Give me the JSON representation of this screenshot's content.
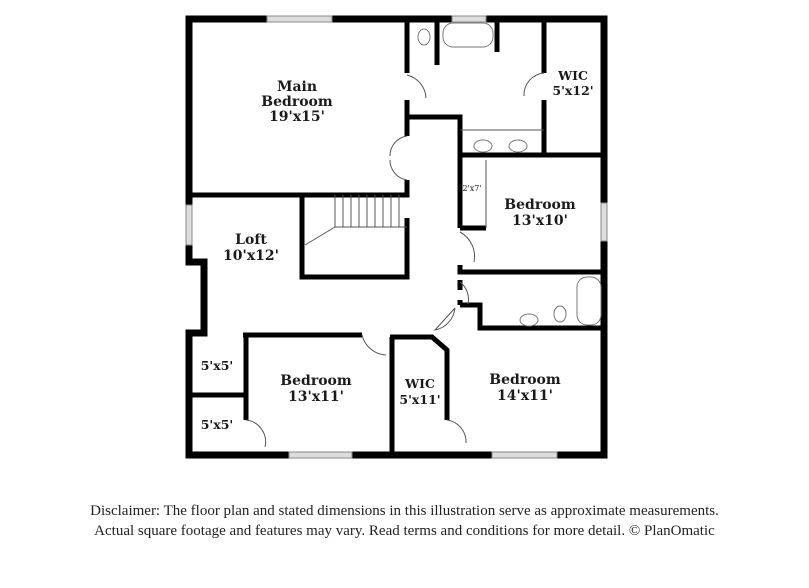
{
  "rooms": {
    "main_bedroom": {
      "name_line1": "Main",
      "name_line2": "Bedroom",
      "dims": "19'x15'"
    },
    "wic_main": {
      "name": "WIC",
      "dims": "5'x12'"
    },
    "closet_small": {
      "dims": "2'x7'"
    },
    "bedroom_2": {
      "name": "Bedroom",
      "dims": "13'x10'"
    },
    "loft": {
      "name": "Loft",
      "dims": "10'x12'"
    },
    "closet_a": {
      "dims": "5'x5'"
    },
    "closet_b": {
      "dims": "5'x5'"
    },
    "bedroom_3": {
      "name": "Bedroom",
      "dims": "13'x11'"
    },
    "wic_2": {
      "name": "WIC",
      "dims": "5'x11'"
    },
    "bedroom_4": {
      "name": "Bedroom",
      "dims": "14'x11'"
    }
  },
  "colors": {
    "wall": "#000000",
    "fixture": "#888888",
    "window": "#cccccc"
  },
  "disclaimer": {
    "line1": "Disclaimer: The floor plan and stated dimensions in this illustration serve as approximate measurements.",
    "line2": "Actual square footage and features may vary. Read terms and conditions for more detail. © PlanOmatic"
  }
}
